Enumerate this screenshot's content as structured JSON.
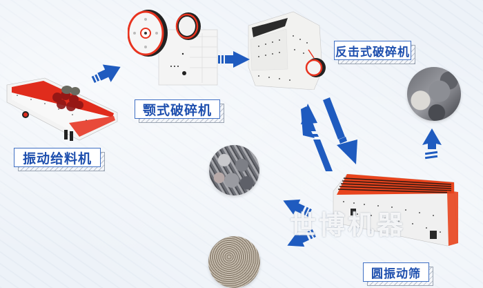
{
  "diagram": {
    "type": "process-flow",
    "description": "Stone crushing production line flow"
  },
  "labels": {
    "vibrating_feeder": "振动给料机",
    "jaw_crusher": "颚式破碎机",
    "impact_crusher": "反击式破碎机",
    "circular_vibrating_screen": "圆振动筛"
  },
  "watermark": "世博机器",
  "nodes": [
    {
      "id": "vibrating_feeder",
      "label": "振动给料机",
      "kind": "machine"
    },
    {
      "id": "jaw_crusher",
      "label": "颚式破碎机",
      "kind": "machine"
    },
    {
      "id": "impact_crusher",
      "label": "反击式破碎机",
      "kind": "machine"
    },
    {
      "id": "circular_vibrating_screen",
      "label": "圆振动筛",
      "kind": "machine"
    },
    {
      "id": "coarse_stone",
      "kind": "material"
    },
    {
      "id": "medium_gravel",
      "kind": "material"
    },
    {
      "id": "sand",
      "kind": "material"
    }
  ],
  "edges": [
    {
      "from": "vibrating_feeder",
      "to": "jaw_crusher"
    },
    {
      "from": "jaw_crusher",
      "to": "impact_crusher"
    },
    {
      "from": "impact_crusher",
      "to": "circular_vibrating_screen"
    },
    {
      "from": "circular_vibrating_screen",
      "to": "impact_crusher"
    },
    {
      "from": "circular_vibrating_screen",
      "to": "coarse_stone"
    },
    {
      "from": "circular_vibrating_screen",
      "to": "medium_gravel"
    },
    {
      "from": "circular_vibrating_screen",
      "to": "sand"
    }
  ],
  "colors": {
    "arrow": "#1f5bbf",
    "label_text": "#1e4fae",
    "label_border": "#3f6fc4",
    "machine_accent": "#e8331f",
    "background": "#edf2f8"
  }
}
